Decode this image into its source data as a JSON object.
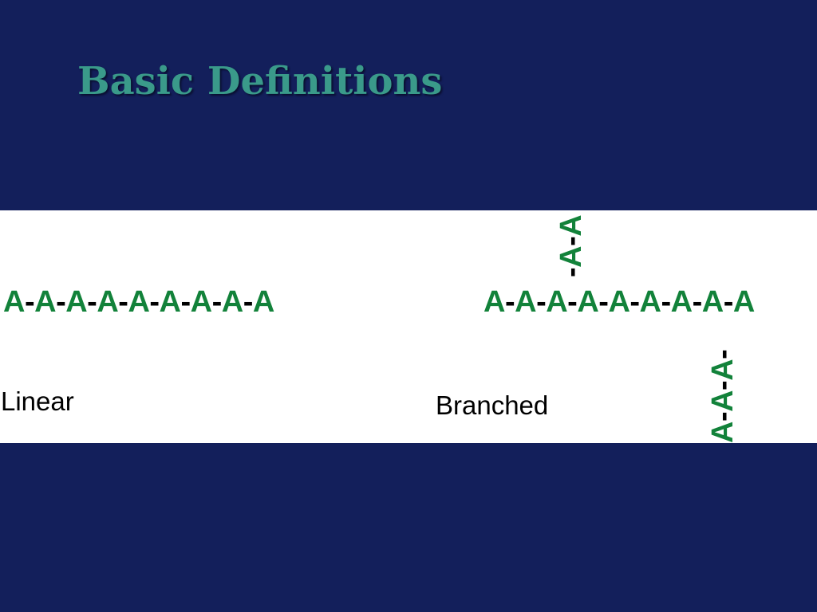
{
  "title": "Basic Definitions",
  "diagram": {
    "linear": {
      "caption": "Linear",
      "monomer": "A",
      "bond": "-",
      "length": 9
    },
    "branched": {
      "caption": "Branched",
      "monomer": "A",
      "bond": "-",
      "backbone_length": 9,
      "upper_branch": {
        "text": "-A-A",
        "attached_at_unit": 3
      },
      "lower_branch": {
        "text": "A-A-A-",
        "attached_at_unit": 7
      }
    }
  },
  "colors": {
    "background": "#131f5b",
    "title": "#3a9a8a",
    "panel": "#ffffff",
    "monomer": "#12823a",
    "bond": "#000000"
  }
}
